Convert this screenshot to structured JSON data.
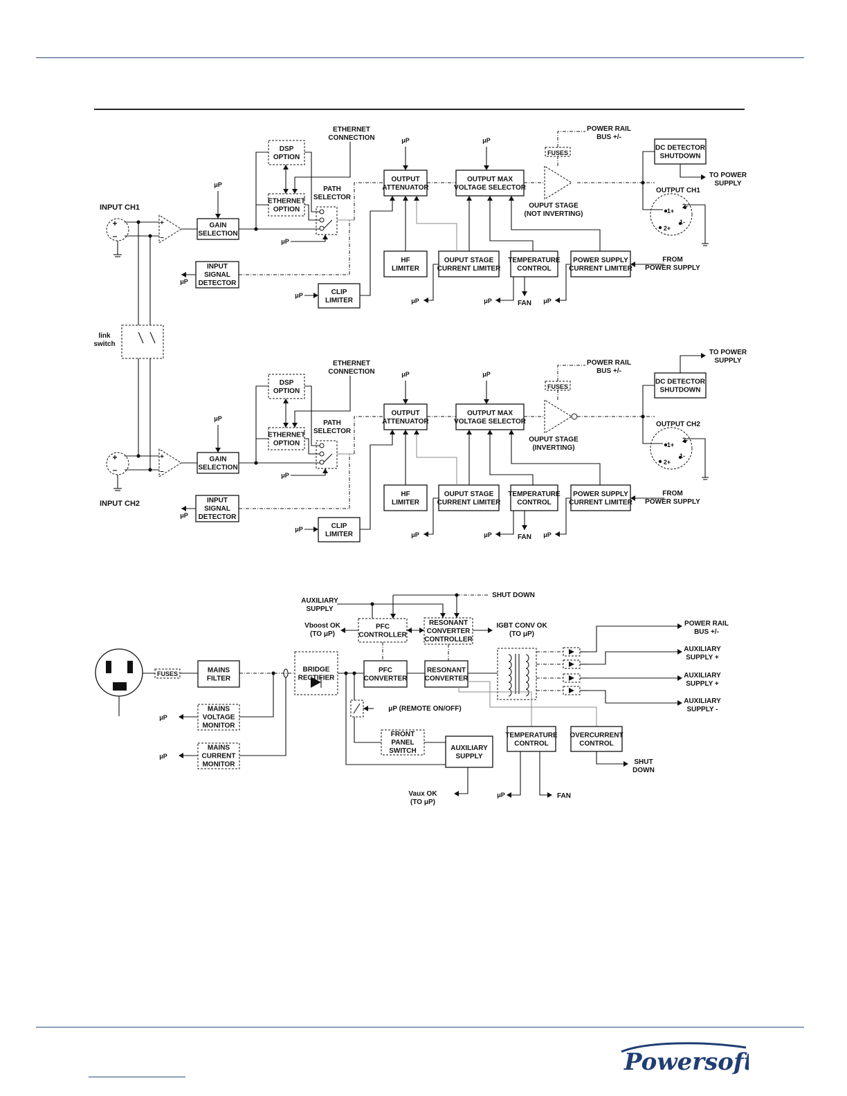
{
  "mu": "μP",
  "channels": [
    {
      "input_label": "INPUT CH1",
      "ethernet_connection": [
        "ETHERNET",
        "CONNECTION"
      ],
      "dsp_option": [
        "DSP",
        "OPTION"
      ],
      "ethernet_option": [
        "ETHERNET",
        "OPTION"
      ],
      "path_selector": [
        "PATH",
        "SELECTOR"
      ],
      "gain_selection": [
        "GAIN",
        "SELECTION"
      ],
      "input_signal_detector": [
        "INPUT",
        "SIGNAL",
        "DETECTOR"
      ],
      "clip_limiter": [
        "CLIP",
        "LIMITER"
      ],
      "output_attenuator": [
        "OUTPUT",
        "ATTENUATOR"
      ],
      "output_max_voltage_selector": [
        "OUTPUT MAX",
        "VOLTAGE SELECTOR"
      ],
      "hf_limiter": [
        "HF",
        "LIMITER"
      ],
      "output_stage_current_limiter": [
        "OUPUT STAGE",
        "CURRENT LIMITER"
      ],
      "temperature_control": [
        "TEMPERATURE",
        "CONTROL"
      ],
      "power_supply_current_limiter": [
        "POWER SUPPLY",
        "CURRENT LIMITER"
      ],
      "from_power_supply": [
        "FROM",
        "POWER SUPPLY"
      ],
      "fuses": "FUSES",
      "power_rail": [
        "POWER RAIL",
        "BUS +/-"
      ],
      "output_stage": [
        "OUPUT STAGE",
        "(NOT INVERTING)"
      ],
      "dc_detector": [
        "DC DETECTOR",
        "SHUTDOWN"
      ],
      "to_power_supply": [
        "TO POWER",
        "SUPPLY"
      ],
      "output_label": "OUTPUT CH1",
      "fan": "FAN",
      "pins": [
        "1+",
        "2-",
        "1-",
        "2+"
      ],
      "inverting": false
    },
    {
      "input_label": "INPUT CH2",
      "ethernet_connection": [
        "ETHERNET",
        "CONNECTION"
      ],
      "dsp_option": [
        "DSP",
        "OPTION"
      ],
      "ethernet_option": [
        "ETHERNET",
        "OPTION"
      ],
      "path_selector": [
        "PATH",
        "SELECTOR"
      ],
      "gain_selection": [
        "GAIN",
        "SELECTION"
      ],
      "input_signal_detector": [
        "INPUT",
        "SIGNAL",
        "DETECTOR"
      ],
      "clip_limiter": [
        "CLIP",
        "LIMITER"
      ],
      "output_attenuator": [
        "OUTPUT",
        "ATTENUATOR"
      ],
      "output_max_voltage_selector": [
        "OUTPUT MAX",
        "VOLTAGE SELECTOR"
      ],
      "hf_limiter": [
        "HF",
        "LIMITER"
      ],
      "output_stage_current_limiter": [
        "OUPUT STAGE",
        "CURRENT LIMITER"
      ],
      "temperature_control": [
        "TEMPERATURE",
        "CONTROL"
      ],
      "power_supply_current_limiter": [
        "POWER SUPPLY",
        "CURRENT LIMITER"
      ],
      "from_power_supply": [
        "FROM",
        "POWER SUPPLY"
      ],
      "fuses": "FUSES",
      "power_rail": [
        "POWER RAIL",
        "BUS +/-"
      ],
      "output_stage": [
        "OUPUT STAGE",
        "(INVERTING)"
      ],
      "dc_detector": [
        "DC DETECTOR",
        "SHUTDOWN"
      ],
      "to_power_supply": [
        "TO POWER",
        "SUPPLY"
      ],
      "output_label": "OUTPUT CH2",
      "fan": "FAN",
      "pins": [
        "1+",
        "2-",
        "1-",
        "2+"
      ],
      "inverting": true
    }
  ],
  "link_switch": [
    "link",
    "switch"
  ],
  "psu": {
    "auxiliary_supply_in": [
      "AUXILIARY",
      "SUPPLY"
    ],
    "shut_down": "SHUT DOWN",
    "vboost_ok": [
      "Vboost OK",
      "(TO  μP)"
    ],
    "pfc_controller": [
      "PFC",
      "CONTROLLER"
    ],
    "resonant_converter_controller": [
      "RESONANT",
      "CONVERTER",
      "CONTROLLER"
    ],
    "igbt_conv_ok": [
      "IGBT CONV OK",
      "(TO  μP)"
    ],
    "fuses": "FUSES",
    "mains_filter": [
      "MAINS",
      "FILTER"
    ],
    "bridge_rectifier": [
      "BRIDGE",
      "RECTIFIER"
    ],
    "pfc_converter": [
      "PFC",
      "CONVERTER"
    ],
    "resonant_converter": [
      "RESONANT",
      "CONVERTER"
    ],
    "mains_voltage_monitor": [
      "MAINS",
      "VOLTAGE",
      "MONITOR"
    ],
    "mains_current_monitor": [
      "MAINS",
      "CURRENT",
      "MONITOR"
    ],
    "remote_on_off": "μP (REMOTE ON/OFF)",
    "front_panel_switch": [
      "FRONT",
      "PANEL",
      "SWITCH"
    ],
    "auxiliary_supply": [
      "AUXILIARY",
      "SUPPLY"
    ],
    "vaux_ok": [
      "Vaux OK",
      "(TO  μP)"
    ],
    "temperature_control": [
      "TEMPERATURE",
      "CONTROL"
    ],
    "overcurrent_control": [
      "OVERCURRENT",
      "CONTROL"
    ],
    "shut_down_out": [
      "SHUT",
      "DOWN"
    ],
    "fan": "FAN",
    "outputs": [
      [
        "POWER RAIL",
        "BUS +/-"
      ],
      [
        "AUXILIARY",
        "SUPPLY +"
      ],
      [
        "AUXILIARY",
        "SUPPLY +"
      ],
      [
        "AUXILIARY",
        "SUPPLY -"
      ]
    ]
  },
  "brand": "Powersoft",
  "colors": {
    "rule": "#2b4a7a",
    "ink": "#111111",
    "brand": "#1f3d73"
  }
}
